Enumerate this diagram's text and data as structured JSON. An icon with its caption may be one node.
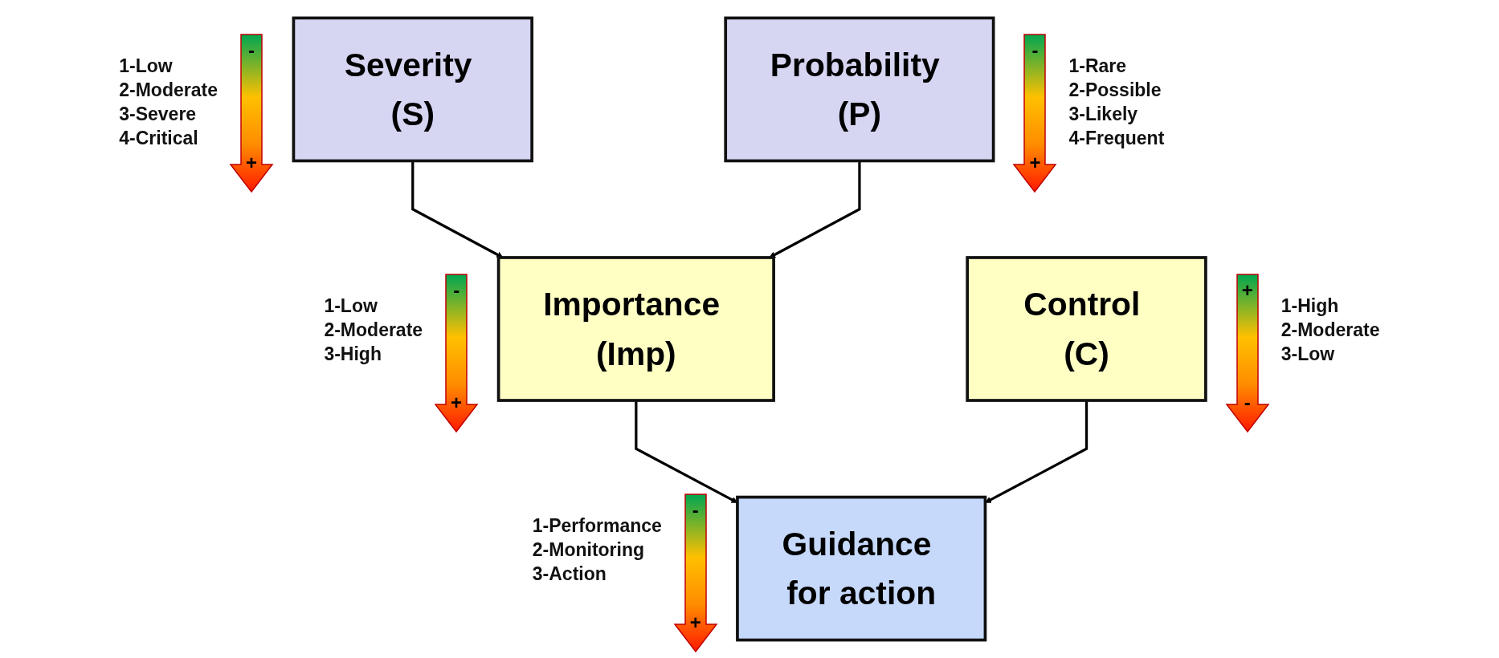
{
  "diagram": {
    "nodes": [
      {
        "text": [
          "Severity (S)"
        ],
        "beside": [
          "1-Low",
          "2-Moderate",
          "3-Severe",
          "4-Critical"
        ]
      },
      {
        "text": [
          "Probability (P)"
        ],
        "beside": [
          "1-Rare",
          "2-Possible",
          "3-Likely",
          "4-Frequent"
        ]
      },
      {
        "text": [
          "Importance (Imp)"
        ],
        "beside": [
          "1-Low",
          "2-Moderate",
          "3-High"
        ]
      },
      {
        "text": [
          "Control (C)"
        ],
        "beside": [
          "1-High",
          "2-Moderate",
          "3-Low"
        ]
      },
      {
        "text": [
          "Guidance for action"
        ],
        "beside": [
          "1-Performance",
          "2-Monitoring",
          "3-Action"
        ]
      }
    ],
    "edges": [
      {
        "from": 0,
        "to": 2,
        "arrow": "to"
      },
      {
        "from": 1,
        "to": 2,
        "arrow": "to"
      },
      {
        "from": 2,
        "to": 4,
        "arrow": "to"
      },
      {
        "from": 3,
        "to": 4,
        "arrow": "to"
      }
    ],
    "labels": [
      "-",
      "+",
      "-",
      "+",
      "-",
      "+",
      "+",
      "-",
      "-",
      "+"
    ]
  }
}
